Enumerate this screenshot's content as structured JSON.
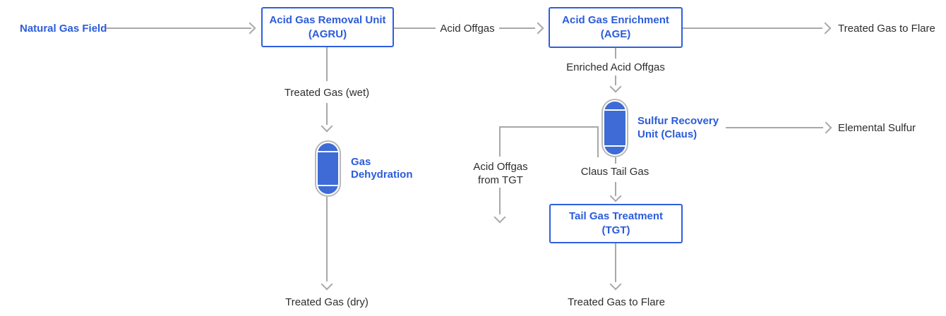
{
  "diagram": {
    "nodes": {
      "natural_gas_field": {
        "label": "Natural Gas Field"
      },
      "agru": {
        "label": "Acid Gas Removal Unit\n(AGRU)"
      },
      "age": {
        "label": "Acid Gas Enrichment\n(AGE)"
      },
      "gas_dehydration": {
        "label": "Gas\nDehydration"
      },
      "sru": {
        "label": "Sulfur Recovery\nUnit (Claus)"
      },
      "tgt": {
        "label": "Tail Gas Treatment\n(TGT)"
      }
    },
    "streams": {
      "acid_offgas": "Acid Offgas",
      "treated_gas_to_flare_top": "Treated Gas to Flare",
      "treated_gas_wet": "Treated Gas (wet)",
      "treated_gas_dry": "Treated Gas (dry)",
      "enriched_acid_offgas": "Enriched Acid Offgas",
      "elemental_sulfur": "Elemental Sulfur",
      "acid_offgas_from_tgt": "Acid Offgas\nfrom TGT",
      "claus_tail_gas": "Claus Tail Gas",
      "treated_gas_to_flare_bottom": "Treated Gas to Flare"
    },
    "colors": {
      "accent_blue": "#2b5cd9",
      "box_border_blue": "#2f5fe0",
      "vessel_fill_blue": "#3e6bd5",
      "vessel_ring_gray": "#b8b8b8",
      "line_gray": "#a8a8a8",
      "text_dark": "#2d2d2d"
    }
  }
}
